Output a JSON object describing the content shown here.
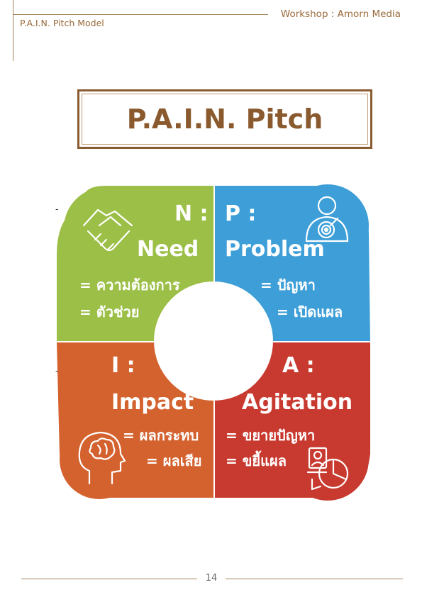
{
  "header": {
    "left_title": "P.A.I.N. Pitch Model",
    "right_title": "Workshop : Amorn Media"
  },
  "title": "P.A.I.N. Pitch",
  "quadrants": {
    "need": {
      "letter": "N :",
      "word": "Need",
      "line1": "= ความต้องการ",
      "line2": "= ตัวช่วย",
      "color": "#9cbf48",
      "icon": "handshake-icon"
    },
    "problem": {
      "letter": "P :",
      "word": "Problem",
      "line1": "= ปัญหา",
      "line2": "= เปิดแผล",
      "color": "#3e9fd8",
      "icon": "target-person-icon"
    },
    "impact": {
      "letter": "I :",
      "word": "Impact",
      "line1": "= ผลกระทบ",
      "line2": "= ผลเสีย",
      "color": "#d4622e",
      "icon": "brain-head-icon"
    },
    "agitation": {
      "letter": "A :",
      "word": "Agitation",
      "line1": "= ขยายปัญหา",
      "line2": "= ขยี้แผล",
      "color": "#c83a30",
      "icon": "presenter-chart-icon"
    }
  },
  "footer": {
    "page_number": "14"
  }
}
